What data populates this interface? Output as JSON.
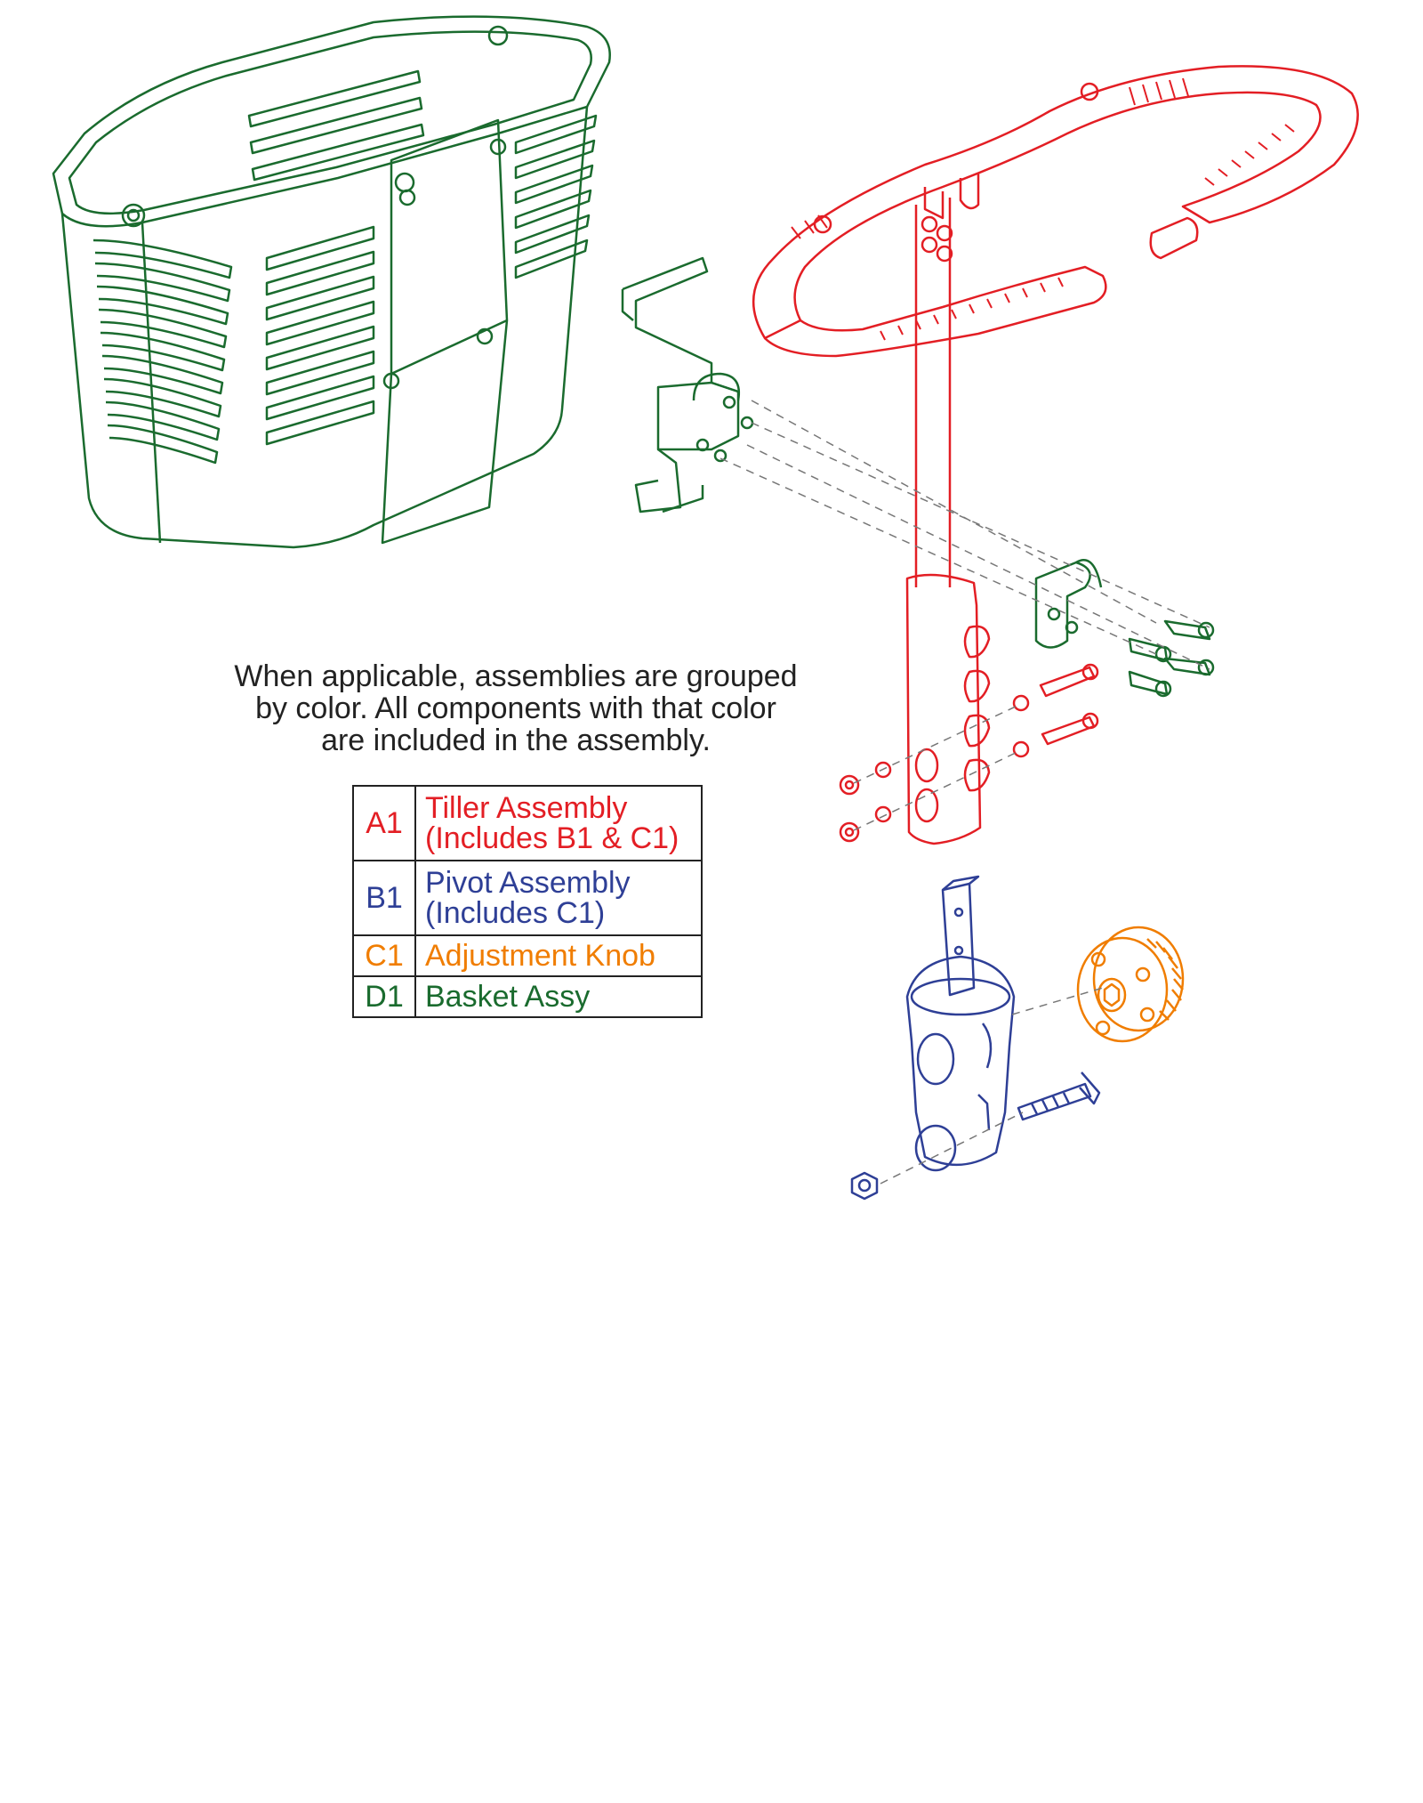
{
  "note": {
    "lines": [
      "When applicable, assemblies are grouped",
      "by color. All components with that color",
      "are included in the assembly."
    ]
  },
  "legend": {
    "rows": [
      {
        "code": "A1",
        "desc_line1": "Tiller Assembly",
        "desc_line2": "(Includes B1 & C1)",
        "color": "#e31e24"
      },
      {
        "code": "B1",
        "desc_line1": "Pivot Assembly",
        "desc_line2": "(Includes C1)",
        "color": "#2e3f96"
      },
      {
        "code": "C1",
        "desc_line1": "Adjustment Knob",
        "desc_line2": "",
        "color": "#f07d00"
      },
      {
        "code": "D1",
        "desc_line1": "Basket Assy",
        "desc_line2": "",
        "color": "#1a6b2e"
      }
    ]
  },
  "colors": {
    "tiller": "#e31e24",
    "pivot": "#2e3f96",
    "knob": "#f07d00",
    "basket": "#1a6b2e",
    "hardware": "#555555"
  }
}
